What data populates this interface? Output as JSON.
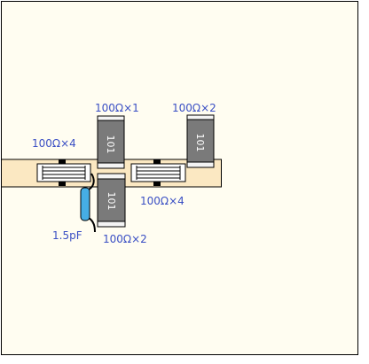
{
  "diagram": {
    "colors": {
      "board": "#fffdf1",
      "trace": "#fbe8c2",
      "resistor_body": "#7a7a7a",
      "resistor_cap": "#f4f4f4",
      "capacitor": "#46aee4",
      "label": "#3a4fc4",
      "outline": "#000000"
    },
    "labels": {
      "r_top_left": "100Ω×1",
      "r_top_right": "100Ω×2",
      "network_left": "100Ω×4",
      "network_right": "100Ω×4",
      "r_bottom": "100Ω×2",
      "capacitor": "1.5pF"
    },
    "resistor_codes": {
      "r_top_left": "101",
      "r_top_right": "101",
      "r_bottom": "101"
    }
  }
}
